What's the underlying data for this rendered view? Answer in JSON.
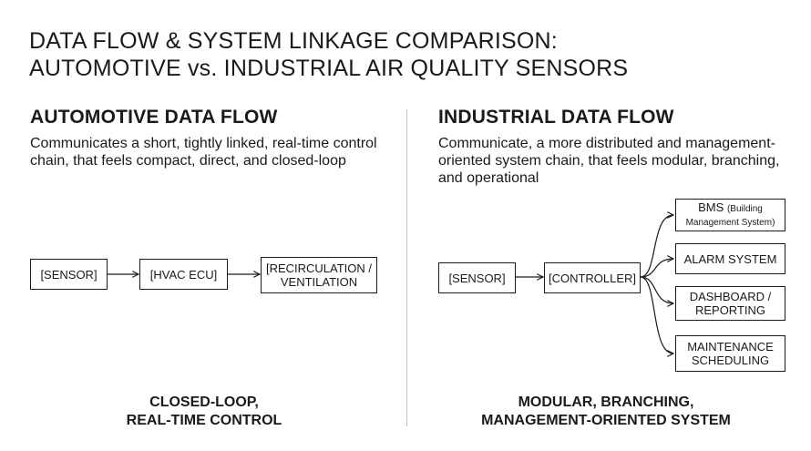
{
  "title": {
    "line1": "DATA FLOW & SYSTEM LINKAGE COMPARISON:",
    "line2": "AUTOMOTIVE vs. INDUSTRIAL AIR QUALITY SENSORS"
  },
  "automotive": {
    "heading": "AUTOMOTIVE DATA FLOW",
    "description": "Communicates a short, tightly linked, real-time control chain, that feels compact, direct, and closed-loop",
    "nodes": {
      "sensor": "[SENSOR]",
      "ecu": "[HVAC ECU]",
      "recirc_line1": "[RECIRCULATION /",
      "recirc_line2": "VENTILATION"
    },
    "footer_line1": "CLOSED-LOOP,",
    "footer_line2": "REAL-TIME CONTROL"
  },
  "industrial": {
    "heading": "INDUSTRIAL DATA FLOW",
    "description": "Communicate, a more distributed and management-oriented system chain, that feels modular, branching, and operational",
    "nodes": {
      "sensor": "[SENSOR]",
      "controller": "[CONTROLLER]",
      "bms_main": "BMS",
      "bms_paren_line1": "(Building",
      "bms_paren_line2": "Management System)",
      "alarm": "ALARM SYSTEM",
      "dashboard_line1": "DASHBOARD /",
      "dashboard_line2": "REPORTING",
      "maintenance_line1": "MAINTENANCE",
      "maintenance_line2": "SCHEDULING"
    },
    "footer_line1": "MODULAR, BRANCHING,",
    "footer_line2": "MANAGEMENT-ORIENTED SYSTEM"
  }
}
